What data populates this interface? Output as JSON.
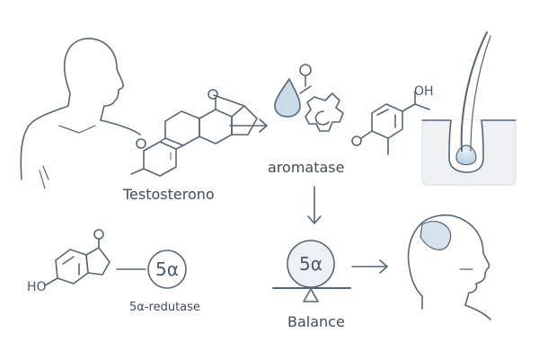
{
  "labels": {
    "testosterone": "Testosterono",
    "aromatase": "aromatase",
    "reductase": "5α-redutase",
    "balance": "Balance",
    "enzyme_symbol_small": "5α",
    "enzyme_symbol_balance": "5α",
    "oh_group": "OH",
    "ho_group": "HO"
  },
  "icons": [
    "person-silhouette-icon",
    "steroid-molecule-icon",
    "droplet-icon",
    "gear-icon",
    "estrogen-molecule-icon",
    "hair-follicle-icon",
    "dht-molecule-icon",
    "balance-scale-icon",
    "balding-head-icon",
    "arrow-icon"
  ],
  "colors": {
    "line": "#56667a",
    "accent_fill": "#c9dbe9",
    "panel_fill": "#eef1f4",
    "text": "#3d4c5e"
  }
}
